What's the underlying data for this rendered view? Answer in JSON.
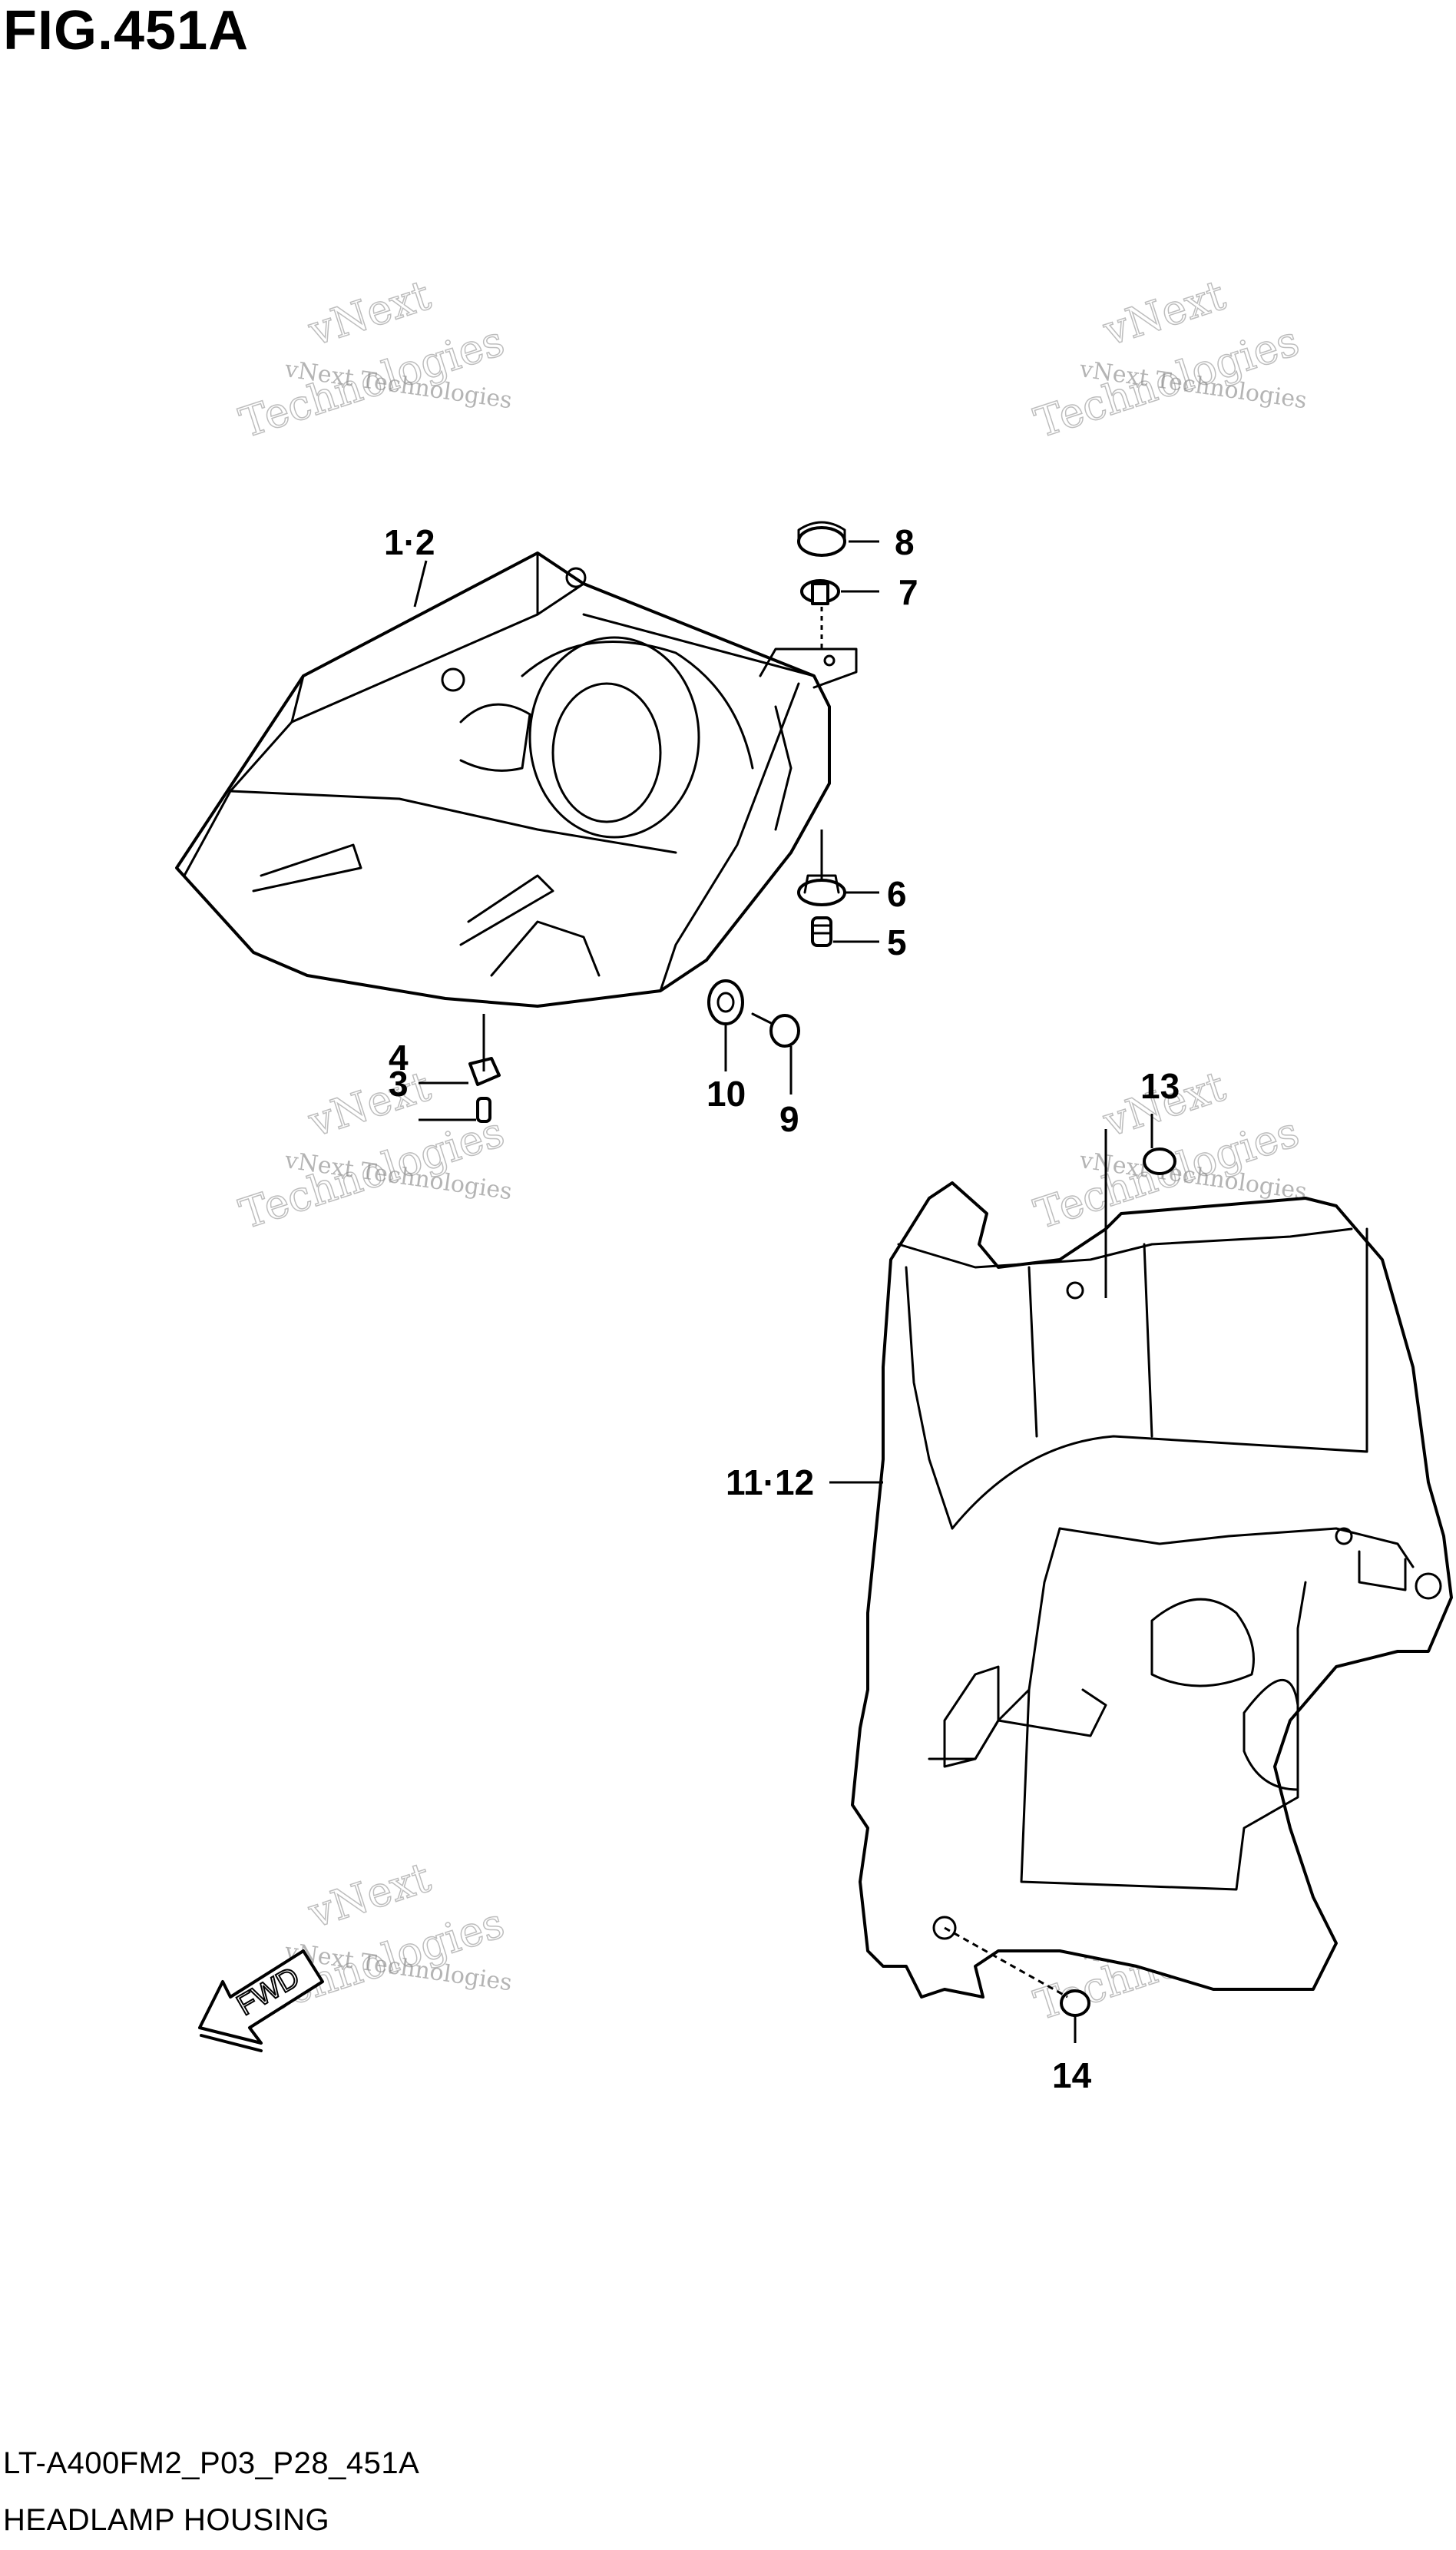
{
  "figure": {
    "title": "FIG.451A",
    "code": "LT-A400FM2_P03_P28_451A",
    "name": "HEADLAMP HOUSING"
  },
  "watermark": {
    "line1": "vNext Technologies",
    "line2": "vNext",
    "line3": "Technologies"
  },
  "callouts": [
    "1·2",
    "3",
    "4",
    "5",
    "6",
    "7",
    "8",
    "9",
    "10",
    "11·12",
    "13",
    "14"
  ],
  "direction_arrow": "FWD"
}
